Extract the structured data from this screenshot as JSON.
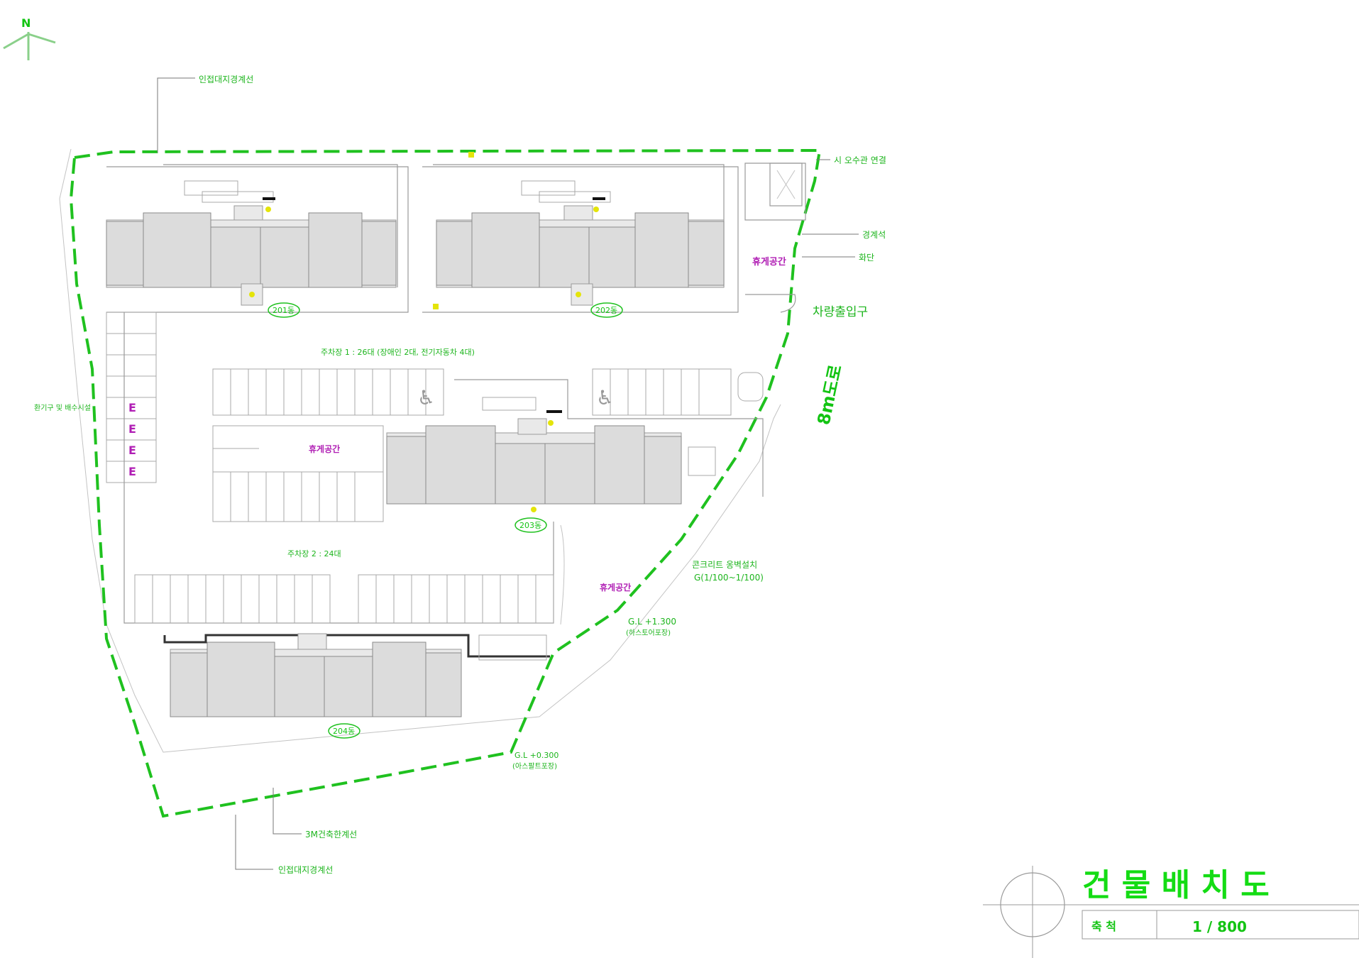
{
  "north": {
    "label": "N"
  },
  "title_block": {
    "title": "건 물 배 치 도",
    "scale_label": "축 척",
    "scale_value": "1 / 800"
  },
  "road": {
    "label": "8m도로"
  },
  "entrance": {
    "label": "차량출입구"
  },
  "buildings": [
    {
      "id": "b1",
      "label": "201동"
    },
    {
      "id": "b2",
      "label": "202동"
    },
    {
      "id": "b3",
      "label": "203동"
    },
    {
      "id": "b4",
      "label": "204동"
    }
  ],
  "rest_areas": [
    "휴게공간",
    "휴게공간",
    "휴게공간"
  ],
  "parking": {
    "lot1": "주차장 1 : 26대 (장애인 2대, 전기자동차 4대)",
    "lot2": "주차장 2 : 24대",
    "ev_mark": "E"
  },
  "annotations": {
    "top_boundary": "인접대지경계선",
    "bottom_boundary1": "3M건축한계선",
    "bottom_boundary2": "인접대지경계선",
    "water_tank": "시 오수관 연결",
    "gate1": "경계석",
    "gate2": "화단",
    "fan_area": "환기구 및 배수시설",
    "ramp_note": "콘크리트 옹벽설치",
    "ramp_range": "G(1/100~1/100)",
    "gl_bottom": "G.L +1.300",
    "gl_bottom_sub": "(하스토어포장)",
    "gl_road": "G.L +0.300",
    "gl_road_sub": "(아스팔트포장)"
  }
}
